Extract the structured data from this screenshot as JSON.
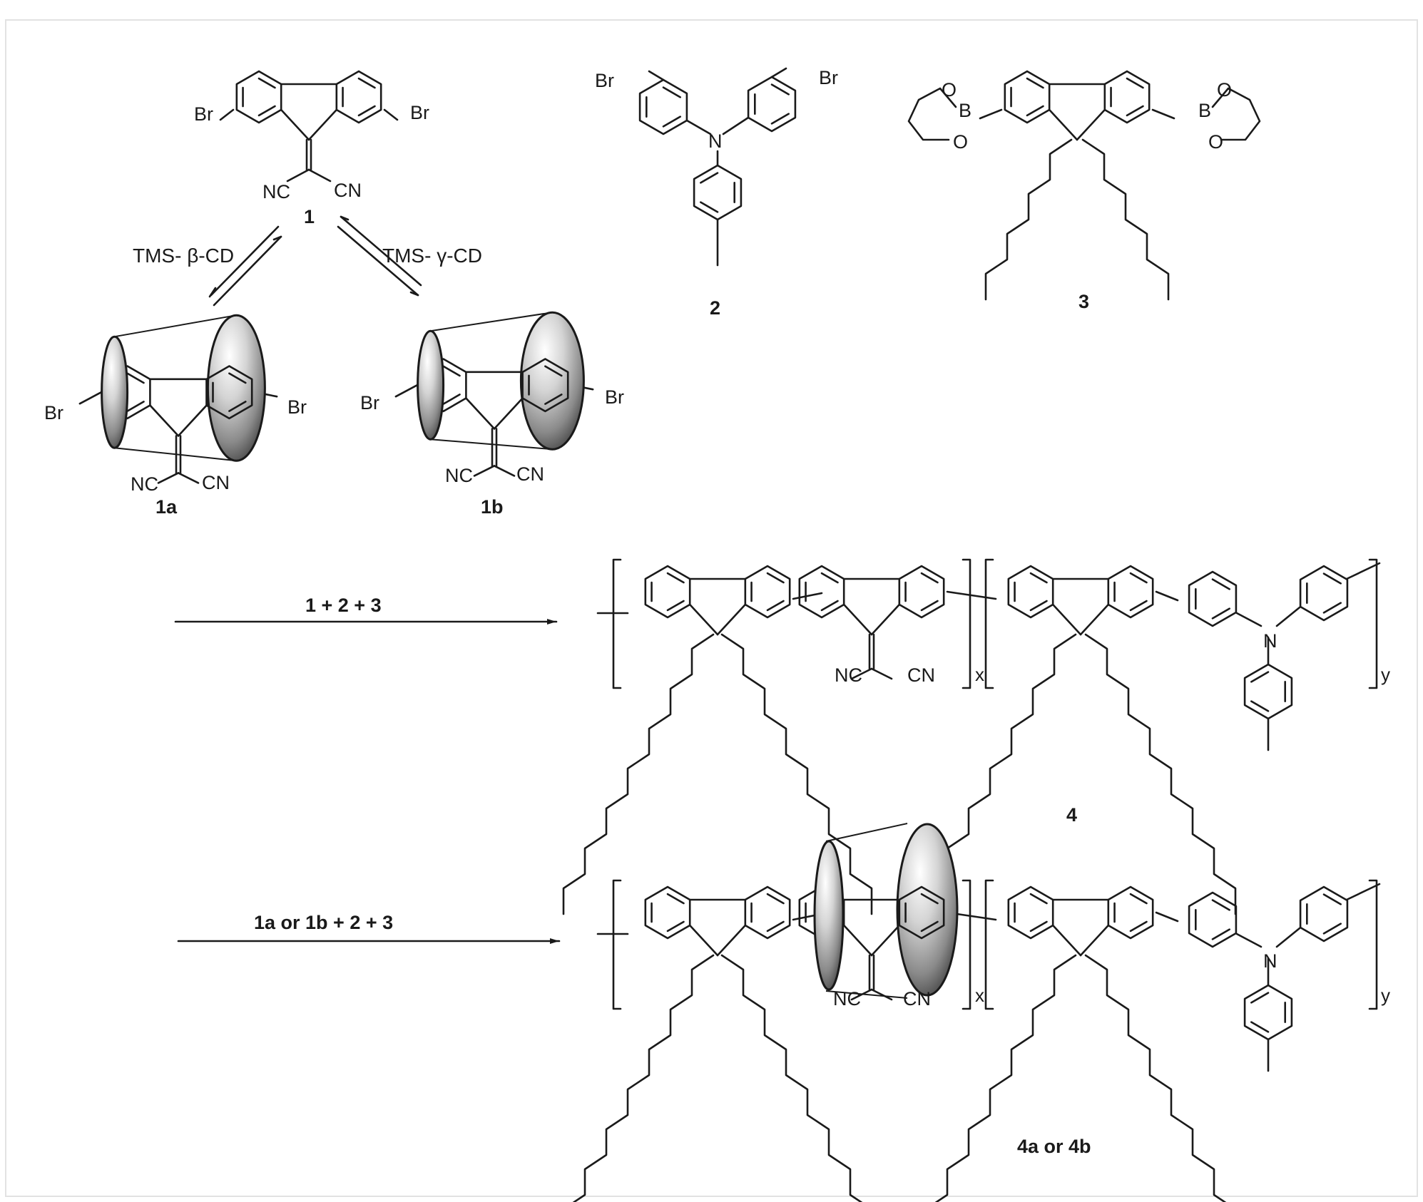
{
  "compounds": {
    "c1": {
      "label": "1",
      "br_left": "Br",
      "br_right": "Br",
      "cn_left": "NC",
      "cn_right": "CN"
    },
    "c2": {
      "label": "2",
      "br_left": "Br",
      "br_right": "Br",
      "n": "N"
    },
    "c3": {
      "label": "3",
      "o1": "O",
      "o2": "O",
      "o3": "O",
      "o4": "O",
      "b1": "B",
      "b2": "B"
    },
    "c1a": {
      "label": "1a",
      "br_left": "Br",
      "br_right": "Br",
      "cn_left": "NC",
      "cn_right": "CN"
    },
    "c1b": {
      "label": "1b",
      "br_left": "Br",
      "br_right": "Br",
      "cn_left": "NC",
      "cn_right": "CN"
    },
    "p4": {
      "label": "4",
      "cn_left": "NC",
      "cn_right": "CN",
      "n": "N",
      "sub_x": "x",
      "sub_y": "y"
    },
    "p4ab": {
      "label": "4a or 4b",
      "cn_left": "NC",
      "cn_right": "CN",
      "n": "N",
      "sub_x": "x",
      "sub_y": "y"
    }
  },
  "conditions": {
    "left_equilibrium": "TMS- β-CD",
    "right_equilibrium": "TMS- γ-CD"
  },
  "reactions": {
    "r1": "1 + 2 + 3",
    "r2": "1a or 1b + 2 + 3"
  },
  "colors": {
    "bond": "#1a1a1a",
    "cyclodextrin_light": "#f4f4f4",
    "cyclodextrin_dark": "#3c3c3c",
    "frame": "#e2e2e2"
  }
}
